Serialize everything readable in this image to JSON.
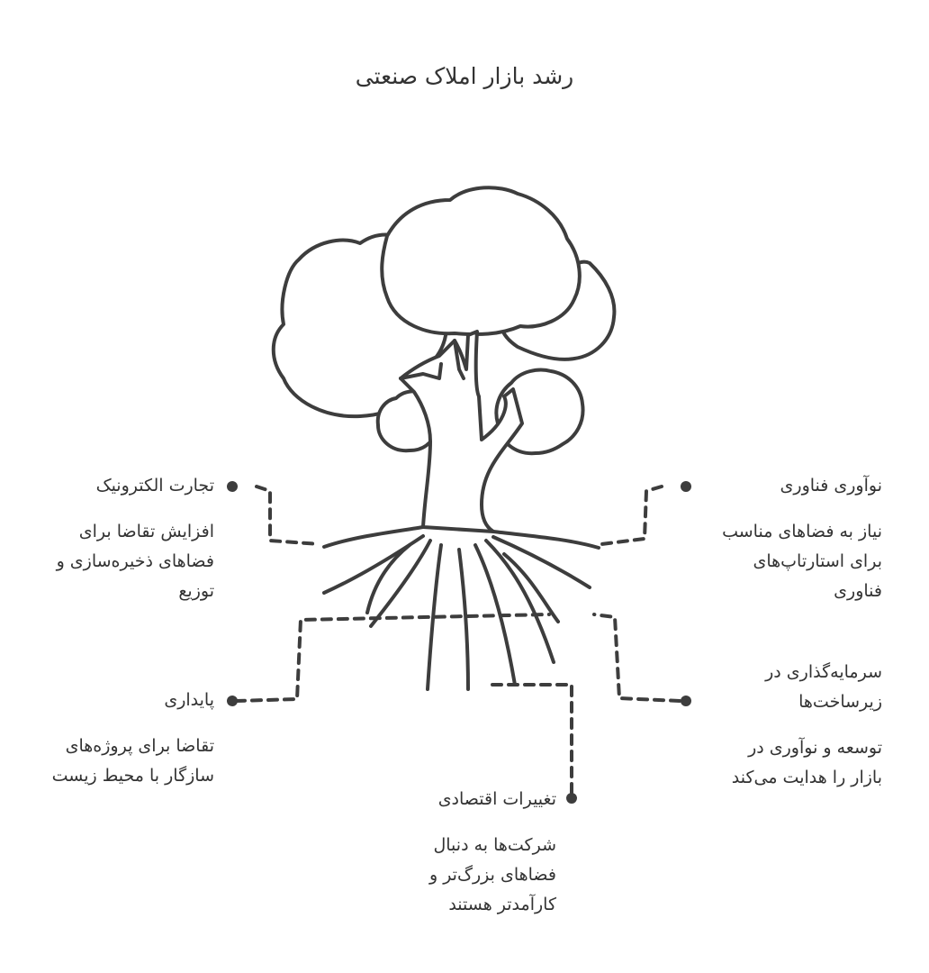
{
  "title": "رشد بازار املاک صنعتی",
  "colors": {
    "stroke": "#3d3d3d",
    "text": "#333333",
    "background": "#ffffff"
  },
  "nodes": {
    "ecommerce": {
      "heading": "تجارت الکترونیک",
      "desc_lines": [
        "افزایش تقاضا برای",
        "فضاهای ذخیره‌سازی و",
        "توزیع"
      ]
    },
    "technology": {
      "heading": "نوآوری فناوری",
      "desc_lines": [
        "نیاز به فضاهای مناسب",
        "برای استارتاپ‌های",
        "فناوری"
      ]
    },
    "sustainability": {
      "heading": "پایداری",
      "desc_lines": [
        "تقاضا برای پروژه‌های",
        "سازگار با محیط زیست"
      ]
    },
    "infrastructure": {
      "heading_lines": [
        "سرمایه‌گذاری در",
        "زیرساخت‌ها"
      ],
      "desc_lines": [
        "توسعه و نوآوری در",
        "بازار را هدایت می‌کند"
      ]
    },
    "economic": {
      "heading": "تغییرات اقتصادی",
      "desc_lines": [
        "شرکت‌ها به دنبال",
        "فضاهای بزرگ‌تر و",
        "کارآمدتر هستند"
      ]
    }
  }
}
